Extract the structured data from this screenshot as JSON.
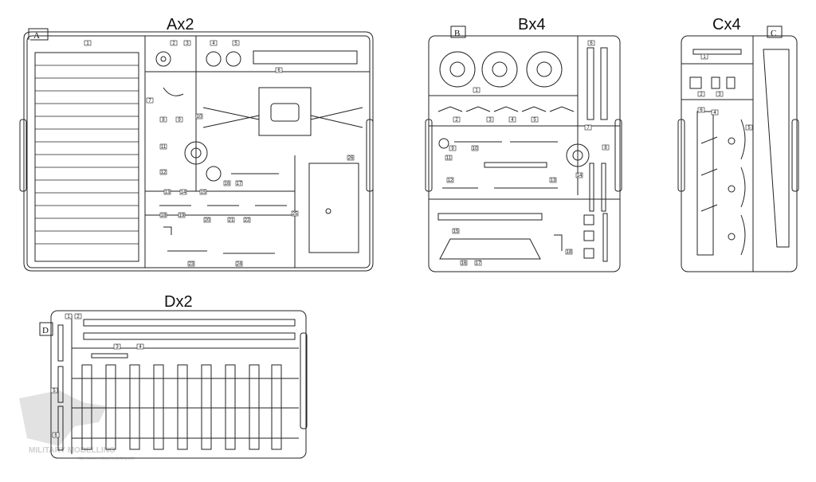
{
  "sprues": [
    {
      "id": "A",
      "title": "Ax2",
      "frame_letter": "A",
      "part_numbers": [
        "1",
        "2",
        "3",
        "4",
        "5",
        "6",
        "7",
        "8",
        "9",
        "10",
        "11",
        "12",
        "13",
        "14",
        "15",
        "16",
        "17",
        "18",
        "19",
        "20",
        "21",
        "22",
        "23",
        "24",
        "25",
        "26"
      ]
    },
    {
      "id": "B",
      "title": "Bx4",
      "frame_letter": "B",
      "part_numbers": [
        "1",
        "2",
        "3",
        "4",
        "5",
        "6",
        "7",
        "8",
        "9",
        "10",
        "11",
        "12",
        "13",
        "14",
        "15",
        "16",
        "17",
        "18"
      ]
    },
    {
      "id": "C",
      "title": "Cx4",
      "frame_letter": "C",
      "part_numbers": [
        "1",
        "2",
        "3",
        "4",
        "5",
        "6"
      ]
    },
    {
      "id": "D",
      "title": "Dx2",
      "frame_letter": "D",
      "part_numbers": [
        "1",
        "2",
        "3",
        "4",
        "5",
        "6"
      ]
    }
  ],
  "watermark": {
    "text": "MILITARY MODELLING",
    "url": "http://www.militarymodelling.info"
  },
  "colors": {
    "line": "#222222",
    "watermark": "#c8c8c8",
    "background": "#ffffff"
  }
}
